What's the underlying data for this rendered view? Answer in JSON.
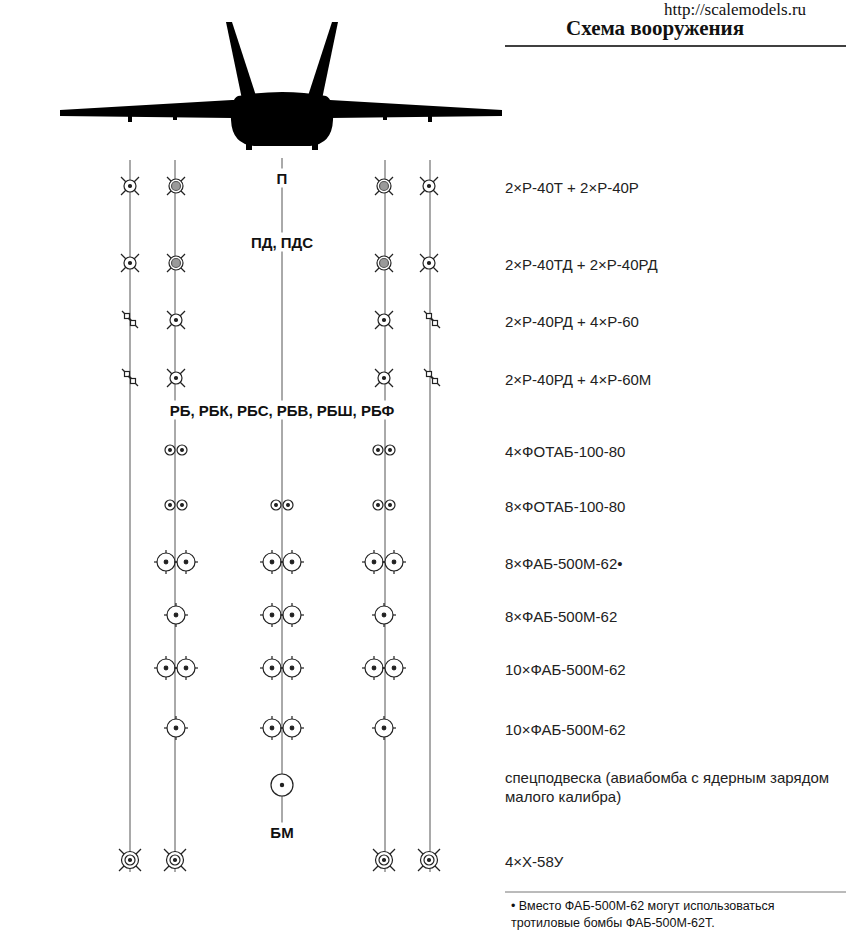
{
  "diagram": {
    "title": "Схема вооружения",
    "caption": "• Вместо ФАБ-500М-62 могут использоваться тротиловые бомбы ФАБ-500М-62Т.",
    "labels": [
      "http://scalemodels.ru",
      "П",
      "2×Р-40Т + 2×Р-40Р",
      "ПД, ПДС",
      "2×Р-40ТД + 2×Р-40РД",
      "2×Р-40РД + 4×Р-60",
      "2×Р-40РД + 4×Р-60М",
      "РБ, РБК, РБС, РБВ, РБШ, РБФ",
      "4×ФОТАБ-100-80",
      "8×ФОТАБ-100-80",
      "8×ФАБ-500М-62•",
      "8×ФАБ-500М-62",
      "10×ФАБ-500М-62",
      "10×ФАБ-500М-62",
      "спецподвеска (авиабомба с ядерным зарядом малого калибра)",
      "БМ",
      "4×Х-58У"
    ]
  }
}
